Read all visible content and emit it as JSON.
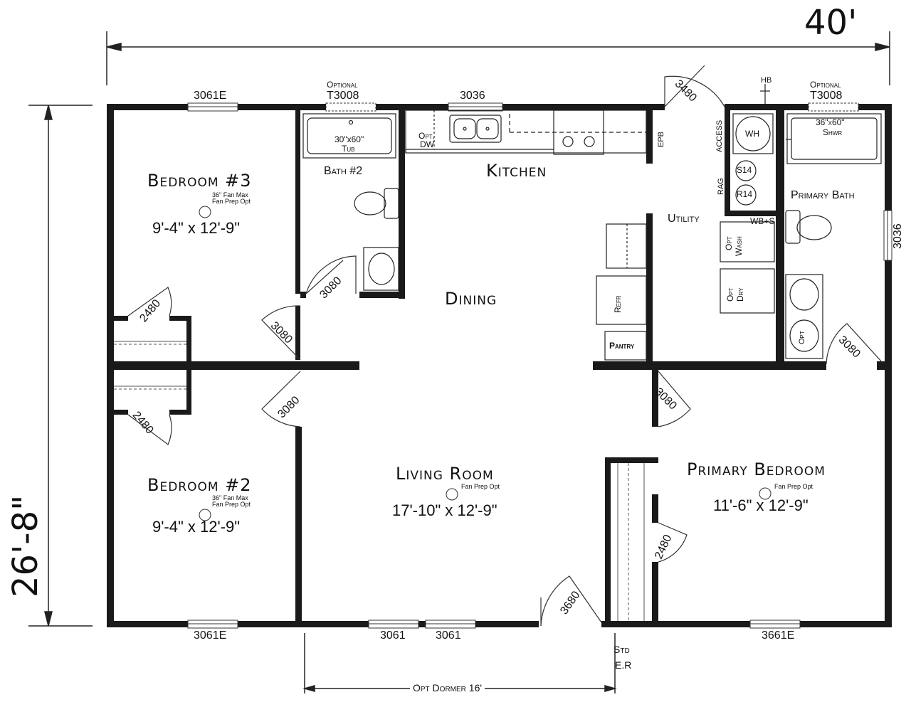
{
  "dimensions": {
    "overall_width": "40'",
    "overall_depth": "26'-8\"",
    "dormer": "Opt Dormer 16'"
  },
  "rooms": {
    "bedroom3": {
      "name": "Bedroom #3",
      "note": "36\" Fan Max\nFan Prep Opt",
      "size": "9'-4\" x 12'-9\""
    },
    "bedroom2": {
      "name": "Bedroom #2",
      "note": "36\" Fan Max\nFan Prep Opt",
      "size": "9'-4\" x 12'-9\""
    },
    "living": {
      "name": "Living Room",
      "note": "Fan Prep Opt",
      "size": "17'-10\" x 12'-9\""
    },
    "primary_bed": {
      "name": "Primary Bedroom",
      "note": "Fan Prep Opt",
      "size": "11'-6\" x 12'-9\""
    },
    "kitchen": {
      "name": "Kitchen"
    },
    "dining": {
      "name": "Dining"
    },
    "bath2": {
      "name": "Bath #2"
    },
    "primary_bath": {
      "name": "Primary Bath"
    },
    "utility": {
      "name": "Utility"
    },
    "pantry": {
      "name": "Pantry"
    }
  },
  "windows": {
    "bed3_top": "3061E",
    "bath2_top_opt": "Optional",
    "bath2_top": "T3008",
    "kitchen_top": "3036",
    "pbath_top_opt": "Optional",
    "pbath_top": "T3008",
    "pbath_right": "3036",
    "bed2_bottom": "3061E",
    "living_bottom_1": "3061",
    "living_bottom_2": "3061",
    "pbed_bottom": "3661E"
  },
  "doors": {
    "entry_top": "3480",
    "bath2": "3080",
    "bed3": "3080",
    "bed3_closet": "2480",
    "bed2": "3080",
    "bed2_closet": "2480",
    "pbed": "3080",
    "pbed_closet": "2480",
    "pbath": "3080",
    "front_entry": "3680"
  },
  "fixtures": {
    "tub": "30\"x60\"",
    "tub_label": "Tub",
    "shower": "36\"x60\"",
    "shower_label": "Shwr",
    "opt_dw": "Opt.",
    "dw": "DW",
    "epb": "EPB",
    "access": "ACCESS",
    "wh": "WH",
    "s14": "S14",
    "r14": "R14",
    "rag": "RAG",
    "wbs": "WB+S",
    "hb": "HB",
    "opt_wash_1": "Opt",
    "opt_wash_2": "Wash",
    "opt_dry_1": "Opt",
    "opt_dry_2": "Dry",
    "refr": "Refr",
    "opt_sink": "Opt",
    "std_er_1": "Std",
    "std_er_2": "E.R"
  }
}
